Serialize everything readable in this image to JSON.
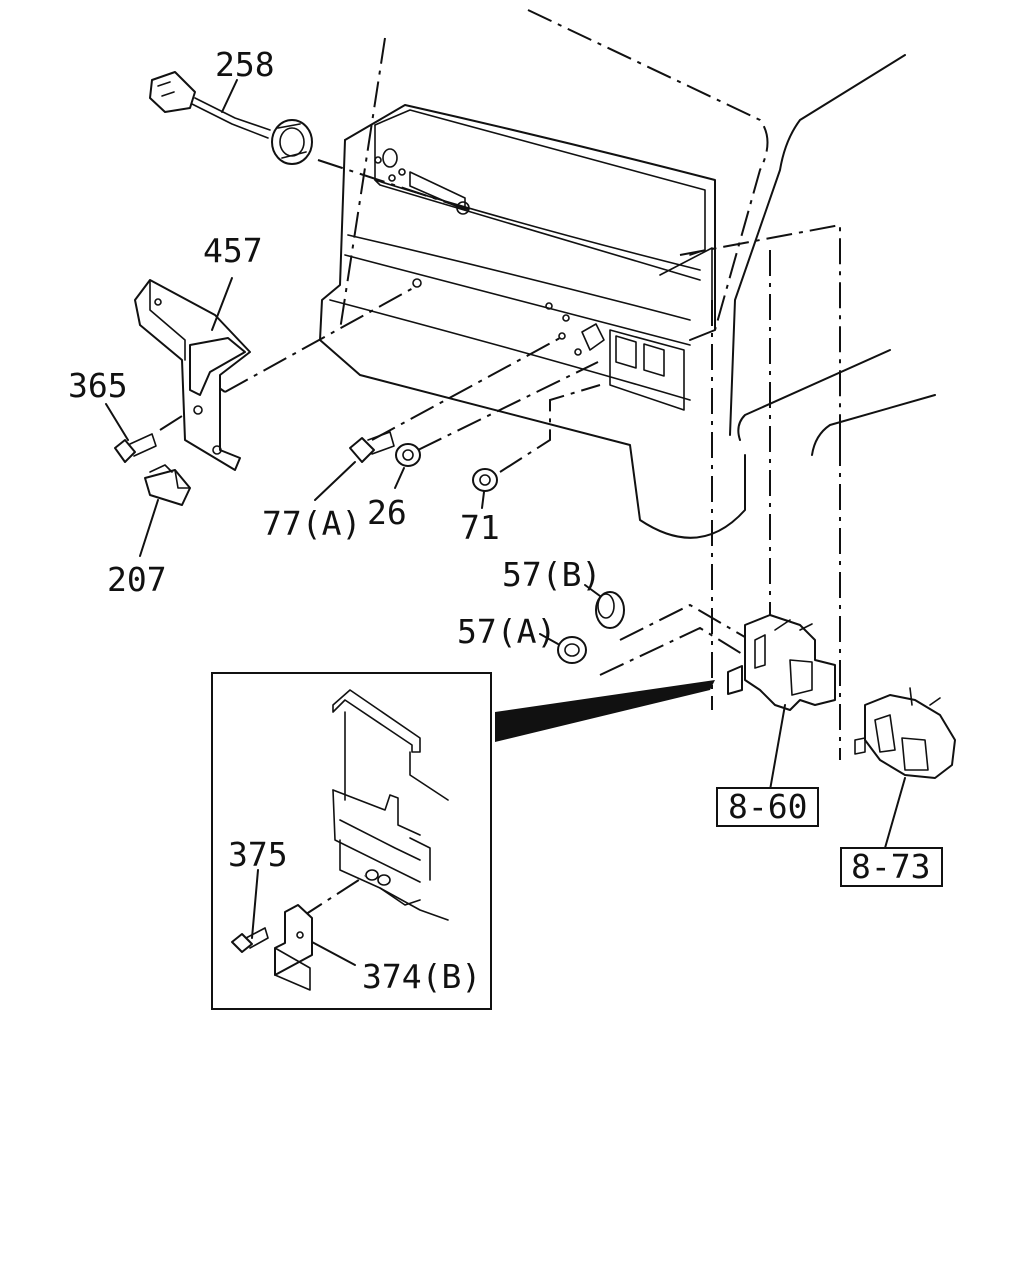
{
  "labels": {
    "p258": "258",
    "p457": "457",
    "p365": "365",
    "p207": "207",
    "p77a": "77(A)",
    "p26": "26",
    "p71": "71",
    "p57b": "57(B)",
    "p57a": "57(A)",
    "p375": "375",
    "p374b": "374(B)",
    "ref860": "8-60",
    "ref873": "8-73"
  }
}
